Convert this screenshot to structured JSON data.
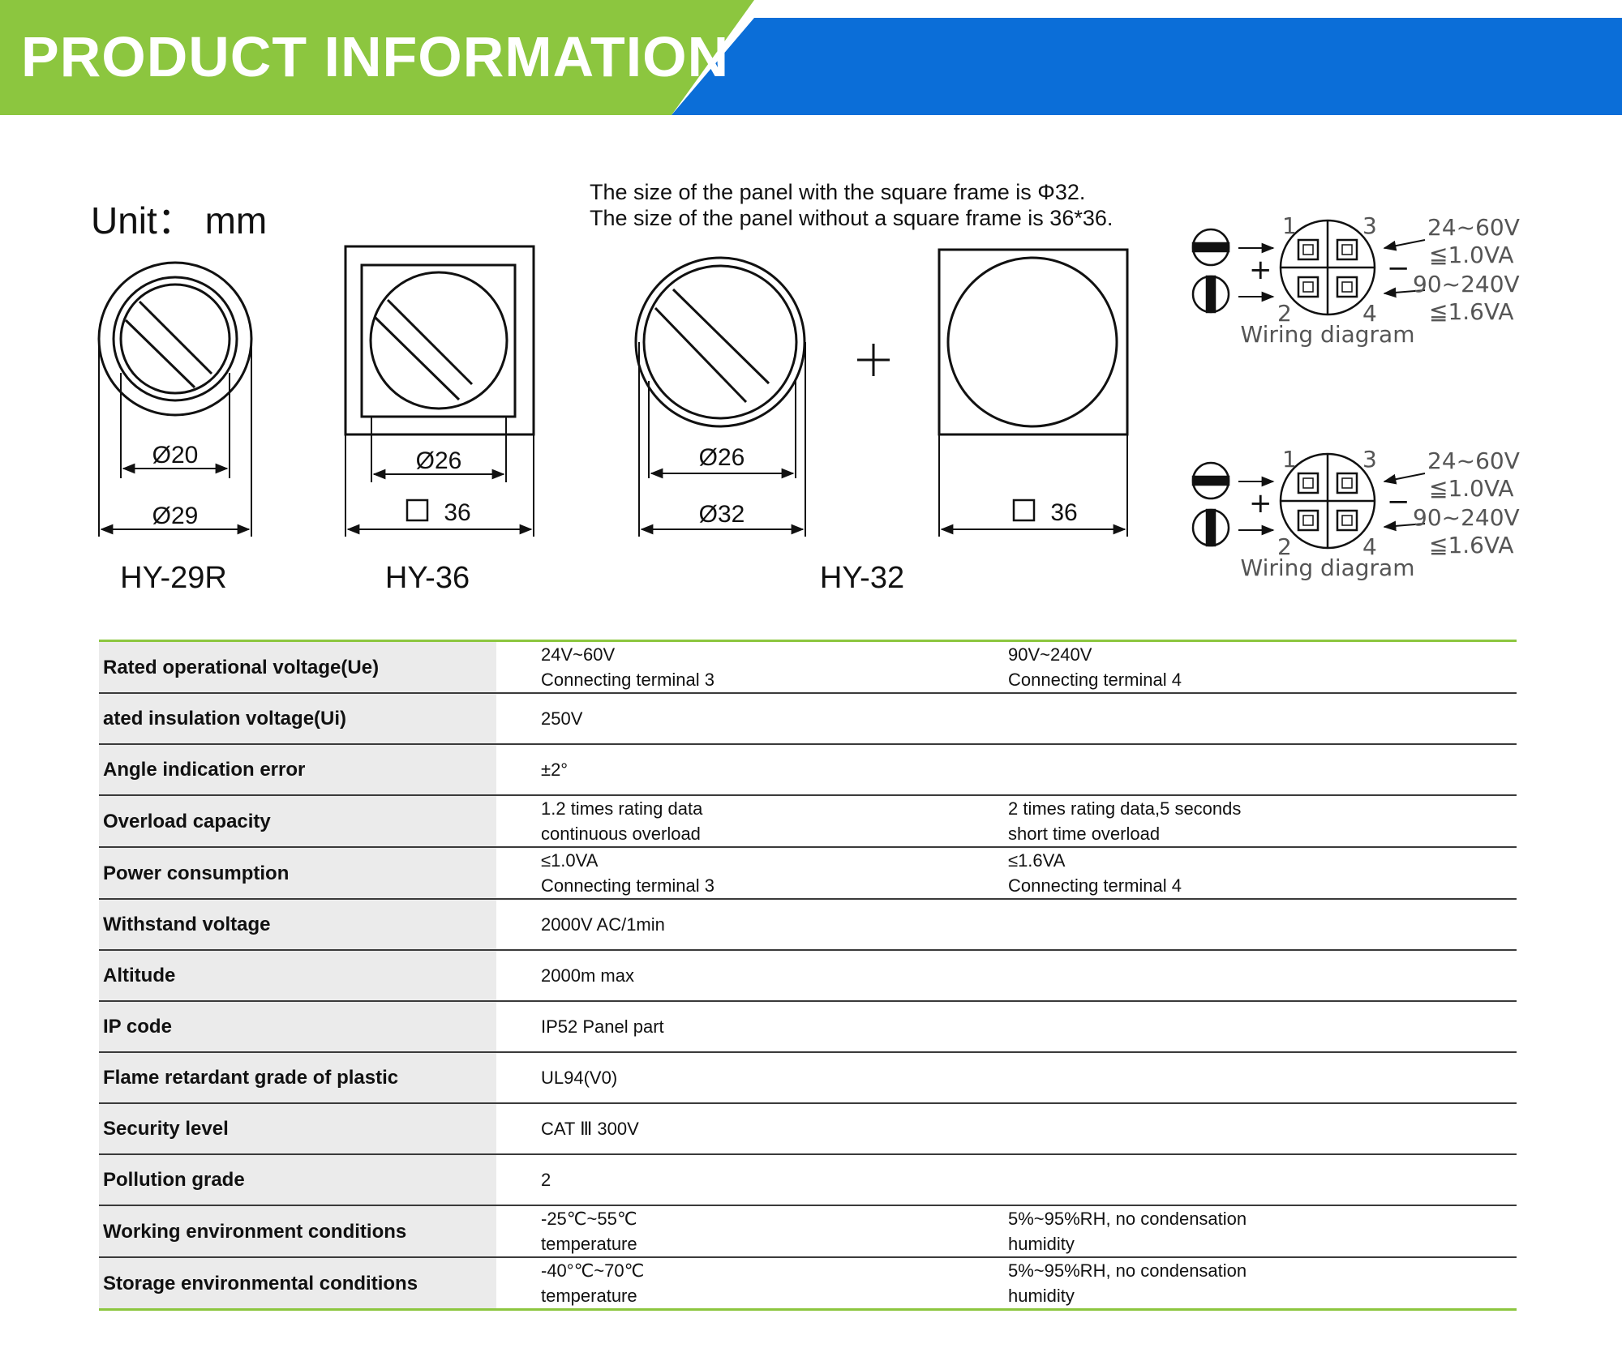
{
  "banner": {
    "title": "PRODUCT INFORMATION",
    "colors": {
      "green": "#8cc63f",
      "blue": "#0b6ed8"
    }
  },
  "unit_label": "Unit： mm",
  "panel_note": {
    "line1": "The size of the panel with the square frame is Φ32.",
    "line2": "The size of the panel without a square frame is 36*36."
  },
  "drawings": {
    "plus_sign": "+",
    "models": [
      {
        "name": "HY-29R",
        "inner_dim": "Ø20",
        "outer_dim": "Ø29"
      },
      {
        "name": "HY-36",
        "inner_dim": "Ø26",
        "outer_dim": "36"
      },
      {
        "name": "HY-32",
        "inner_dim": "Ø26",
        "outer_dim": "Ø32",
        "frame_dim": "36"
      }
    ]
  },
  "wiring": {
    "caption": "Wiring diagram",
    "terminals": [
      "1",
      "3",
      "2",
      "4"
    ],
    "plus": "+",
    "minus": "−",
    "low_voltage": "24~60V",
    "low_power": "≦1.0VA",
    "high_voltage": "90~240V",
    "high_power": "≦1.6VA"
  },
  "table": {
    "rows": [
      {
        "param": "Rated operational voltage(Ue)",
        "v1": [
          "24V~60V",
          "Connecting terminal 3"
        ],
        "v2": [
          "90V~240V",
          "Connecting terminal 4"
        ]
      },
      {
        "param": "ated insulation voltage(Ui)",
        "v1": [
          "250V"
        ],
        "v2": []
      },
      {
        "param": "Angle indication error",
        "v1": [
          "±2°"
        ],
        "v2": []
      },
      {
        "param": "Overload capacity",
        "v1": [
          "1.2 times rating data",
          "continuous overload"
        ],
        "v2": [
          "2 times rating data,5 seconds",
          "short time overload"
        ]
      },
      {
        "param": "Power consumption",
        "v1": [
          "≤1.0VA",
          "Connecting terminal 3"
        ],
        "v2": [
          "≤1.6VA",
          "Connecting terminal 4"
        ]
      },
      {
        "param": "Withstand voltage",
        "v1": [
          "2000V AC/1min"
        ],
        "v2": []
      },
      {
        "param": "Altitude",
        "v1": [
          "2000m max"
        ],
        "v2": []
      },
      {
        "param": "IP code",
        "v1": [
          "IP52 Panel part"
        ],
        "v2": []
      },
      {
        "param": "Flame retardant grade of plastic",
        "v1": [
          "UL94(V0)"
        ],
        "v2": []
      },
      {
        "param": "Security level",
        "v1": [
          "CAT Ⅲ 300V"
        ],
        "v2": []
      },
      {
        "param": "Pollution grade",
        "v1": [
          "2"
        ],
        "v2": []
      },
      {
        "param": "Working environment conditions",
        "v1": [
          "-25℃~55℃",
          "temperature"
        ],
        "v2": [
          "5%~95%RH, no condensation",
          "humidity"
        ]
      },
      {
        "param": "Storage environmental conditions",
        "v1": [
          "-40°℃~70℃",
          "temperature"
        ],
        "v2": [
          "5%~95%RH, no condensation",
          "humidity"
        ]
      }
    ]
  }
}
